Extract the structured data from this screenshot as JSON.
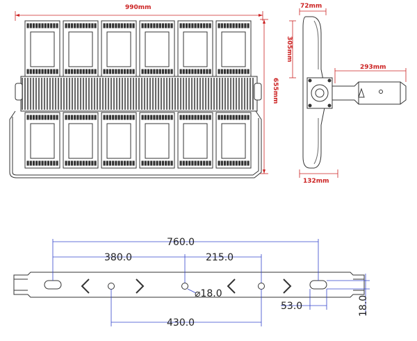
{
  "colors": {
    "outline": "#333333",
    "dimension_line": "#cc2222",
    "dimension_text_top": "#cc2222",
    "dimension_line_bottom": "#3344cc",
    "dimension_text_bottom": "#222222"
  },
  "front_view": {
    "width_label": "990mm",
    "height_label": "655mm",
    "module_columns": 6,
    "module_rows": 2
  },
  "side_view": {
    "thickness_label": "72mm",
    "height_label": "305mm",
    "arm_length_label": "293mm",
    "base_label": "132mm"
  },
  "bracket_view": {
    "dim_overall": "760.0",
    "dim_left": "380.0",
    "dim_right": "215.0",
    "dim_hole": "⌀18.0",
    "dim_lower": "430.0",
    "dim_slot_width": "53.0",
    "dim_slot_height": "18.0"
  }
}
